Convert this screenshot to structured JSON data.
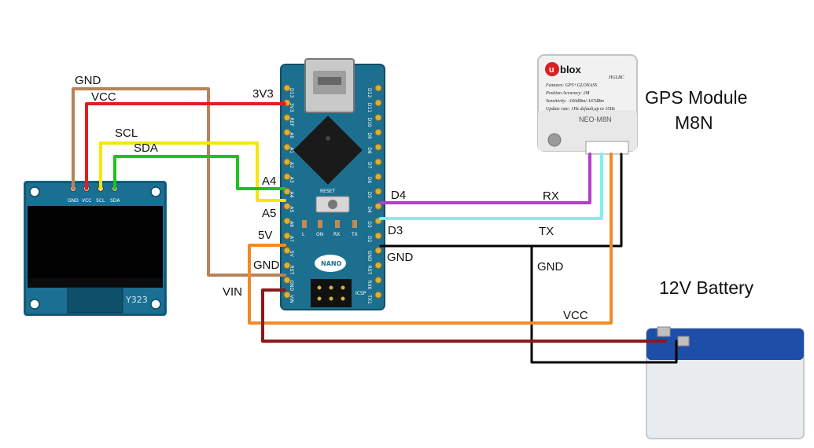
{
  "oled": {
    "pins": [
      "GND",
      "VCC",
      "SCL",
      "SDA"
    ],
    "model": "Y323"
  },
  "wires": {
    "gnd_oled": "GND",
    "vcc_oled": "VCC",
    "scl": "SCL",
    "sda": "SDA",
    "pin_3v3": "3V3",
    "pin_a4": "A4",
    "pin_a5": "A5",
    "pin_5v": "5V",
    "pin_gnd_left": "GND",
    "pin_vin": "VIN",
    "pin_d4": "D4",
    "pin_d3": "D3",
    "pin_gnd_right": "GND",
    "gps_rx": "RX",
    "gps_tx": "TX",
    "gnd_battery": "GND",
    "vcc_battery": "VCC"
  },
  "arduino": {
    "board_label": "NANO",
    "reset_label": "RESET",
    "icsp_label": "ICSP",
    "led_labels": [
      "L",
      "ON",
      "RX",
      "TX"
    ],
    "left_pins": [
      "D13",
      "3V3",
      "REF",
      "A0",
      "A1",
      "A2",
      "A3",
      "A4",
      "A5",
      "A6",
      "A7",
      "5V",
      "RST",
      "GND",
      "VIN"
    ],
    "right_pins": [
      "D12",
      "D11",
      "D10",
      "D9",
      "D8",
      "D7",
      "D6",
      "D5",
      "D4",
      "D3",
      "D2",
      "GND",
      "RST",
      "RX0",
      "TX1"
    ]
  },
  "gps": {
    "title_line1": "GPS Module",
    "title_line2": "M8N",
    "brand": "blox",
    "features": "Features: GPS+GLONASS",
    "accuracy": "Position Accuracy: 2M",
    "sensitivity": "Sensitivity: -160dBm/-167dBm",
    "update_rate": "Update rate: 1Hz default,up to 10Hz",
    "model_label": "NEO-M8N",
    "maker": "HGLRC"
  },
  "battery": {
    "title": "12V Battery"
  },
  "colors": {
    "gnd_brown": "#b9825a",
    "vcc_red": "#e11e1e",
    "scl_yellow": "#f5e60a",
    "sda_green": "#1fc21f",
    "rx_purple": "#b040c8",
    "tx_cyan": "#7ff0f0",
    "gnd_black": "#000000",
    "vcc_orange": "#f28a28",
    "vin_darkred": "#8b1a1a",
    "board_blue": "#1d6f8f"
  }
}
